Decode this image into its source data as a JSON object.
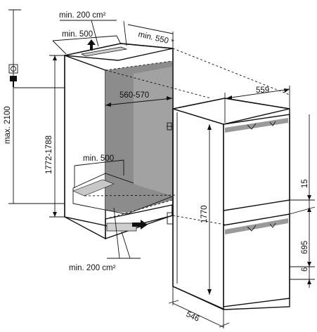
{
  "dimensions": {
    "max_height": "max. 2100",
    "niche_height": "1772-1788",
    "vent_area_top": "min. 200 cm²",
    "vent_area_bottom": "min. 200 cm²",
    "vent_width_top": "min. 500",
    "vent_width_bottom": "min. 500",
    "niche_depth": "min. 550 *",
    "niche_width": "560-570",
    "appliance_width": "559",
    "appliance_height": "1770",
    "appliance_depth": "546",
    "dim_15": "15",
    "dim_695": "695",
    "dim_6": "6"
  },
  "icons": [
    "power-outlet-icon",
    "plug-icon",
    "airflow-arrow-icon"
  ]
}
